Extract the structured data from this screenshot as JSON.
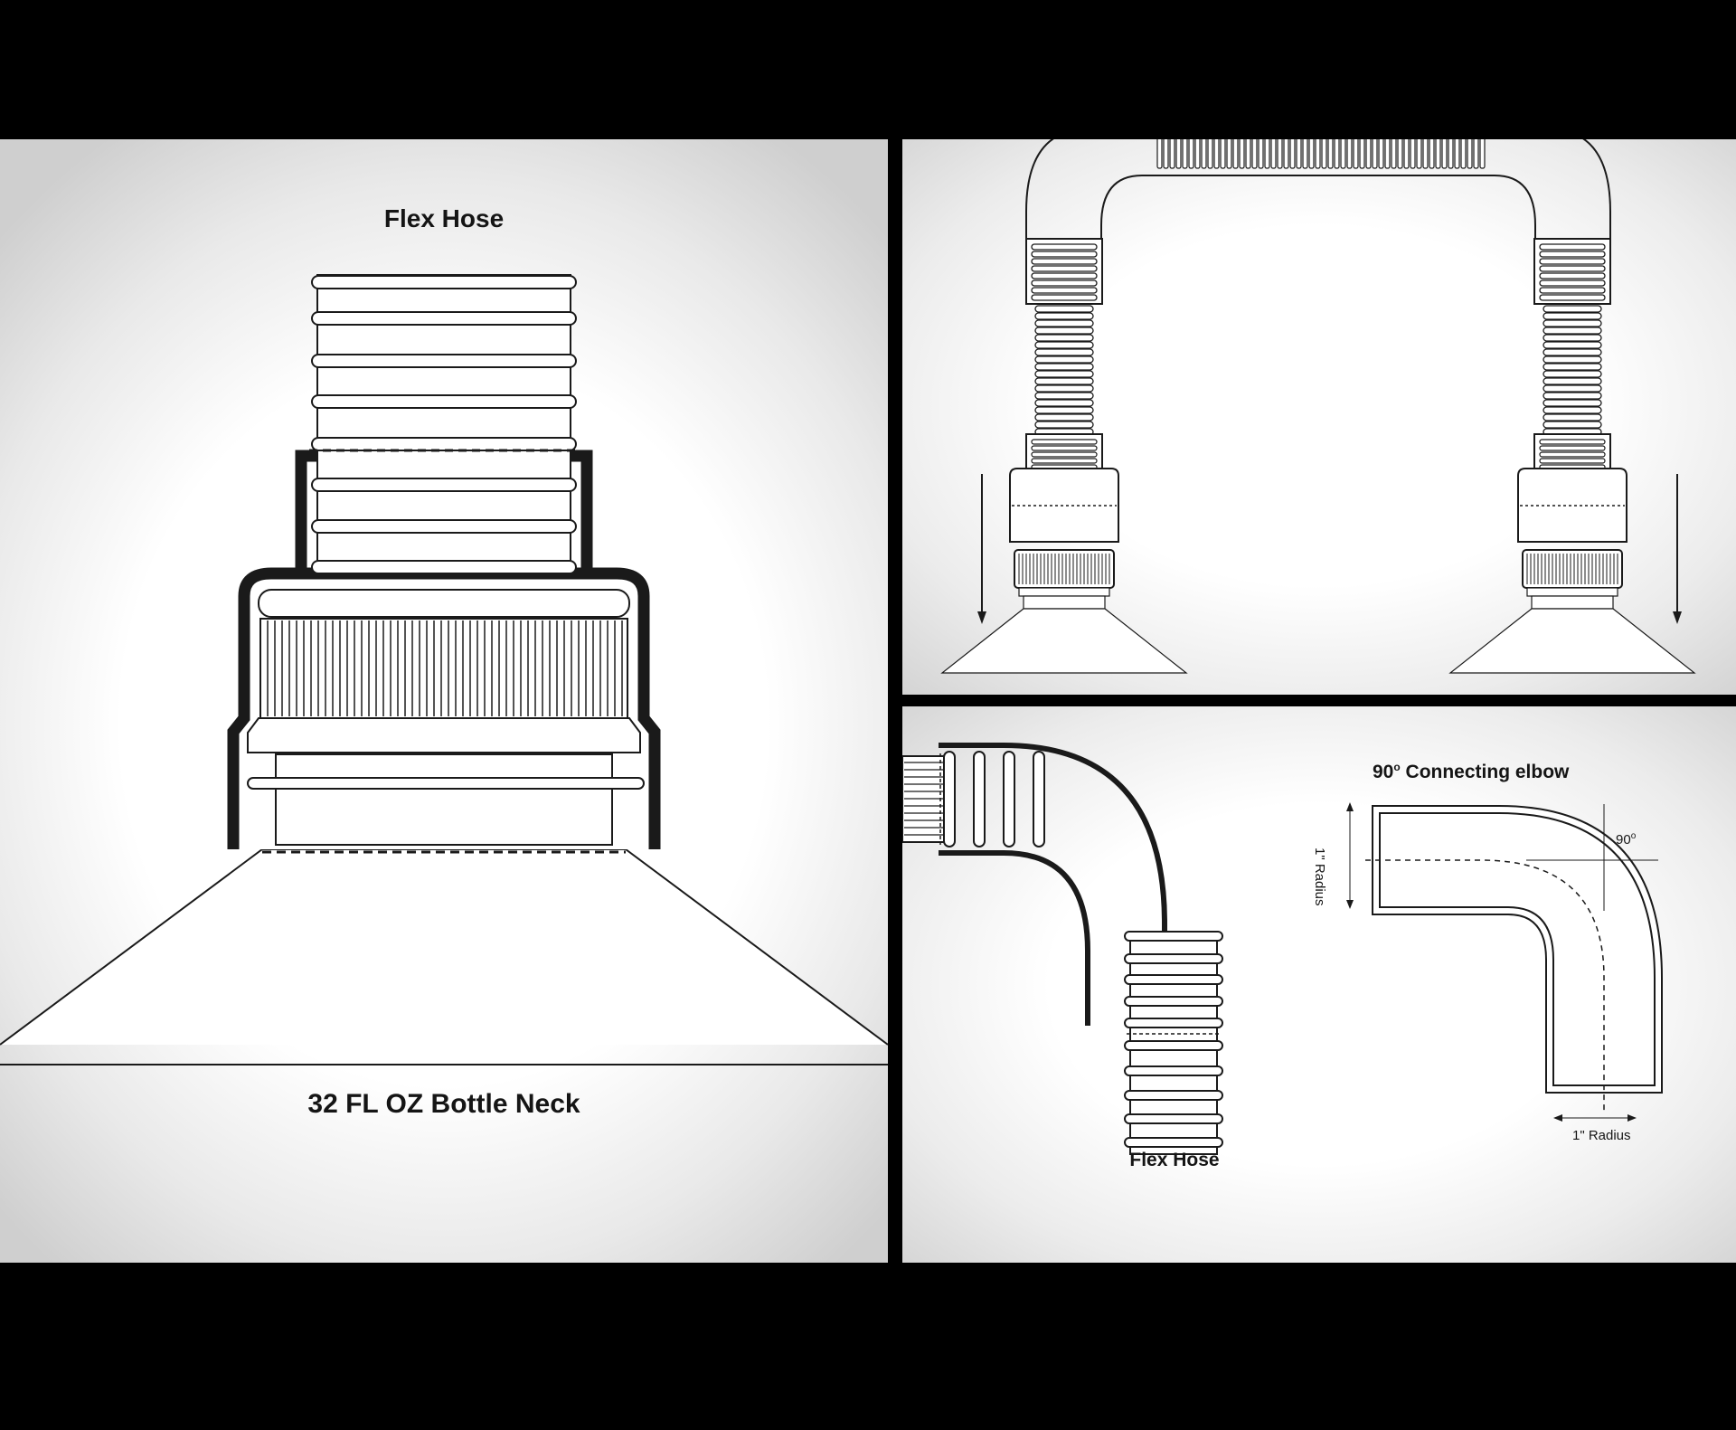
{
  "left_panel": {
    "title": "Flex Hose",
    "bottom_label": "32 FL OZ Bottle Neck"
  },
  "top_right_panel": {},
  "bottom_right_panel": {
    "hose_label": "Flex Hose",
    "elbow_title_prefix": "90",
    "elbow_title_degree": "o",
    "elbow_title_suffix": " Connecting elbow",
    "angle_label": "90",
    "angle_degree": "o",
    "radius_vertical_label": "1\" Radius",
    "radius_horizontal_label": "1\" Radius"
  },
  "colors": {
    "ink": "#151515",
    "frame": "#000000"
  }
}
